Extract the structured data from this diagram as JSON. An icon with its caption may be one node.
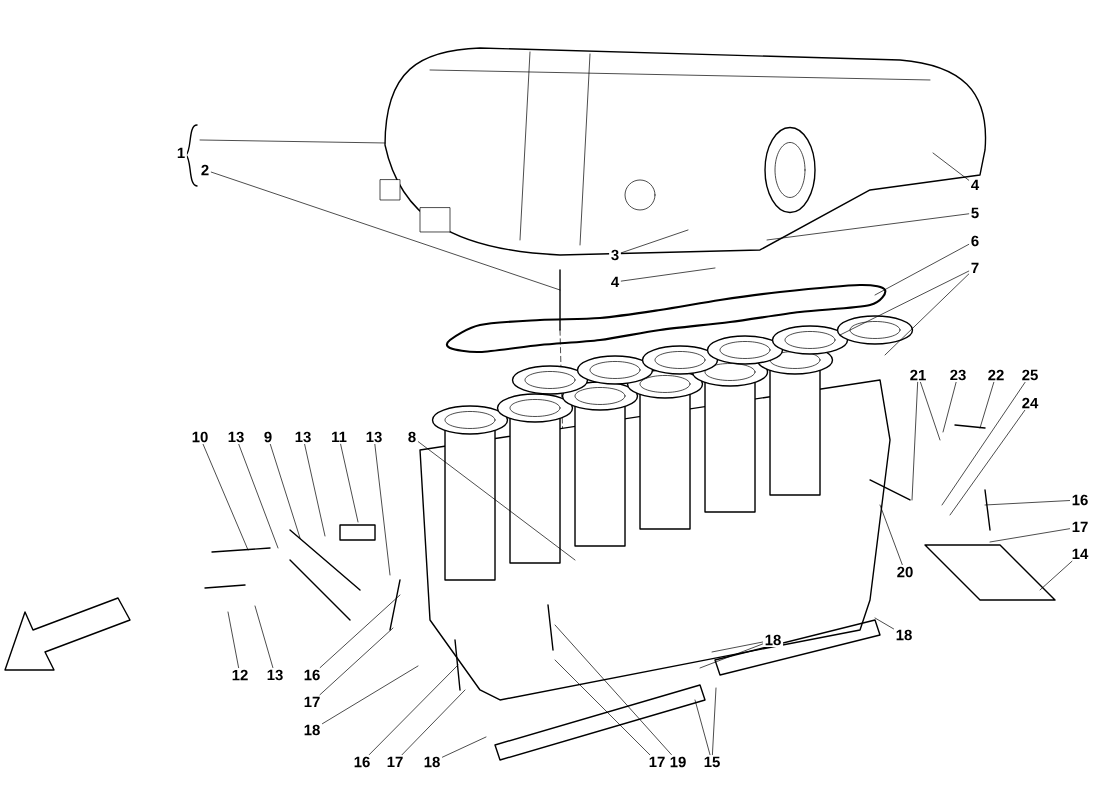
{
  "diagram": {
    "nodes": [
      {
        "text": [
          "1"
        ]
      },
      {
        "text": [
          "2"
        ]
      },
      {
        "text": [
          "3"
        ]
      },
      {
        "text": [
          "4"
        ]
      },
      {
        "text": [
          "4"
        ]
      },
      {
        "text": [
          "5"
        ]
      },
      {
        "text": [
          "6"
        ]
      },
      {
        "text": [
          "7"
        ]
      },
      {
        "text": [
          "8"
        ]
      },
      {
        "text": [
          "9"
        ]
      },
      {
        "text": [
          "10"
        ]
      },
      {
        "text": [
          "11"
        ]
      },
      {
        "text": [
          "13"
        ]
      },
      {
        "text": [
          "13"
        ]
      },
      {
        "text": [
          "13"
        ]
      },
      {
        "text": [
          "12"
        ]
      },
      {
        "text": [
          "13"
        ]
      },
      {
        "text": [
          "16"
        ]
      },
      {
        "text": [
          "17"
        ]
      },
      {
        "text": [
          "18"
        ]
      },
      {
        "text": [
          "16"
        ]
      },
      {
        "text": [
          "17"
        ]
      },
      {
        "text": [
          "18"
        ]
      },
      {
        "text": [
          "17"
        ]
      },
      {
        "text": [
          "19"
        ]
      },
      {
        "text": [
          "15"
        ]
      },
      {
        "text": [
          "18"
        ]
      },
      {
        "text": [
          "18"
        ]
      },
      {
        "text": [
          "20"
        ]
      },
      {
        "text": [
          "21"
        ]
      },
      {
        "text": [
          "23"
        ]
      },
      {
        "text": [
          "22"
        ]
      },
      {
        "text": [
          "25"
        ]
      },
      {
        "text": [
          "24"
        ]
      },
      {
        "text": [
          "16"
        ]
      },
      {
        "text": [
          "17"
        ]
      },
      {
        "text": [
          "14"
        ]
      }
    ],
    "edges": [
      {
        "from": 0,
        "to": null,
        "arrow": "none"
      },
      {
        "from": 1,
        "to": null,
        "arrow": "none"
      },
      {
        "from": 2,
        "to": null,
        "arrow": "none"
      },
      {
        "from": 3,
        "to": null,
        "arrow": "none"
      },
      {
        "from": 4,
        "to": null,
        "arrow": "none"
      },
      {
        "from": 5,
        "to": null,
        "arrow": "none"
      },
      {
        "from": 6,
        "to": null,
        "arrow": "none"
      },
      {
        "from": 7,
        "to": null,
        "arrow": "none"
      },
      {
        "from": 7,
        "to": null,
        "arrow": "none"
      },
      {
        "from": 8,
        "to": null,
        "arrow": "none"
      },
      {
        "from": 9,
        "to": null,
        "arrow": "none"
      },
      {
        "from": 10,
        "to": null,
        "arrow": "none"
      },
      {
        "from": 11,
        "to": null,
        "arrow": "none"
      },
      {
        "from": 12,
        "to": null,
        "arrow": "none"
      },
      {
        "from": 13,
        "to": null,
        "arrow": "none"
      },
      {
        "from": 14,
        "to": null,
        "arrow": "none"
      },
      {
        "from": 15,
        "to": null,
        "arrow": "none"
      },
      {
        "from": 16,
        "to": null,
        "arrow": "none"
      },
      {
        "from": 17,
        "to": null,
        "arrow": "none"
      },
      {
        "from": 18,
        "to": null,
        "arrow": "none"
      },
      {
        "from": 19,
        "to": null,
        "arrow": "none"
      },
      {
        "from": 20,
        "to": null,
        "arrow": "none"
      },
      {
        "from": 21,
        "to": null,
        "arrow": "none"
      },
      {
        "from": 22,
        "to": null,
        "arrow": "none"
      },
      {
        "from": 23,
        "to": null,
        "arrow": "none"
      },
      {
        "from": 24,
        "to": null,
        "arrow": "none"
      },
      {
        "from": 25,
        "to": null,
        "arrow": "none"
      },
      {
        "from": 25,
        "to": null,
        "arrow": "none"
      },
      {
        "from": 26,
        "to": null,
        "arrow": "none"
      },
      {
        "from": 26,
        "to": null,
        "arrow": "none"
      },
      {
        "from": 27,
        "to": null,
        "arrow": "none"
      },
      {
        "from": 28,
        "to": null,
        "arrow": "none"
      },
      {
        "from": 29,
        "to": null,
        "arrow": "none"
      },
      {
        "from": 29,
        "to": null,
        "arrow": "none"
      },
      {
        "from": 30,
        "to": null,
        "arrow": "none"
      },
      {
        "from": 31,
        "to": null,
        "arrow": "none"
      },
      {
        "from": 32,
        "to": null,
        "arrow": "none"
      },
      {
        "from": 33,
        "to": null,
        "arrow": "none"
      },
      {
        "from": 34,
        "to": null,
        "arrow": "none"
      },
      {
        "from": 35,
        "to": null,
        "arrow": "none"
      },
      {
        "from": 36,
        "to": null,
        "arrow": "none"
      }
    ]
  }
}
